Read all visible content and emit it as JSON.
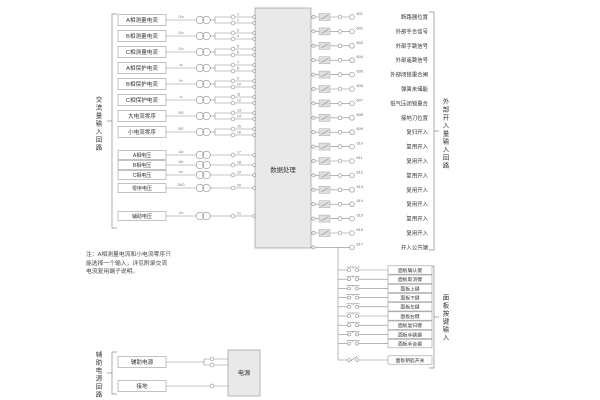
{
  "colors": {
    "block_fill": "#e9e9e9",
    "wire": "#8a8a8a",
    "box_border": "#9a9a9a",
    "text": "#333333"
  },
  "center_block": {
    "label": "数据处理"
  },
  "power_block": {
    "label": "电源"
  },
  "left_section": {
    "bracket_label": "交流量输入回路",
    "current_rows": [
      {
        "label": "A相测量电流",
        "signal": "I1a",
        "t1": "1",
        "t2": "2"
      },
      {
        "label": "B相测量电流",
        "signal": "I1b",
        "t1": "3",
        "t2": "4"
      },
      {
        "label": "C相测量电流",
        "signal": "I1c",
        "t1": "5",
        "t2": "6"
      },
      {
        "label": "A相保护电流",
        "signal": "Ia",
        "t1": "7",
        "t2": "8"
      },
      {
        "label": "B相保护电流",
        "signal": "Ib",
        "t1": "9",
        "t2": "10"
      },
      {
        "label": "C相保护电流",
        "signal": "Ic",
        "t1": "11",
        "t2": "12"
      },
      {
        "label": "大电流零序",
        "signal": "3I0",
        "t1": "13",
        "t2": "14"
      },
      {
        "label": "小电流零序",
        "signal": "3I0'",
        "t1": "15",
        "t2": "16"
      }
    ],
    "voltage_rows": [
      {
        "label": "A相电压",
        "signal": "Ua",
        "t": "17"
      },
      {
        "label": "B相电压",
        "signal": "Ub",
        "t": "18"
      },
      {
        "label": "C相电压",
        "signal": "Uc",
        "t": "19"
      },
      {
        "label": "零序电压",
        "signal": "3U0",
        "t": "20"
      },
      {
        "label": "辅助电压",
        "signal": "Ux",
        "t": "21"
      }
    ]
  },
  "right_section": {
    "bracket_label": "外部开入量输入回路",
    "rows": [
      {
        "label": "断路器位置",
        "t": "601"
      },
      {
        "label": "外部手合信号",
        "t": "602"
      },
      {
        "label": "外部手跳信号",
        "t": "603"
      },
      {
        "label": "外部遥跳信号",
        "t": "604"
      },
      {
        "label": "外部闭锁重合闸",
        "t": "605"
      },
      {
        "label": "弹簧未储能",
        "t": "606"
      },
      {
        "label": "低气压闭锁重合",
        "t": "607"
      },
      {
        "label": "接地刀位置",
        "t": "608"
      },
      {
        "label": "复归开入",
        "t": "609"
      },
      {
        "label": "复用开入",
        "t": "610"
      },
      {
        "label": "复用开入",
        "t": "611"
      },
      {
        "label": "复用开入",
        "t": "612"
      },
      {
        "label": "复用开入",
        "t": "613"
      },
      {
        "label": "复用开入",
        "t": "614"
      },
      {
        "label": "复用开入",
        "t": "615"
      },
      {
        "label": "复用开入",
        "t": "616"
      },
      {
        "label": "开入公共端",
        "t": "617"
      }
    ]
  },
  "panel_section": {
    "bracket_label": "面板按键输入",
    "keys": [
      "面板确认键",
      "面板取消键",
      "面板上键",
      "面板下键",
      "面板左键",
      "面板右键",
      "面板复归键",
      "面板手跳键",
      "面板手合键"
    ],
    "key_switch": "面板钥匙开关"
  },
  "aux_section": {
    "bracket_label": "辅助电源回路",
    "rows": [
      "辅助电源",
      "接地"
    ]
  },
  "note": "注：A相测量电流和小电流零序只能选择一个输入，详见附录交流电流复用端子说明。"
}
